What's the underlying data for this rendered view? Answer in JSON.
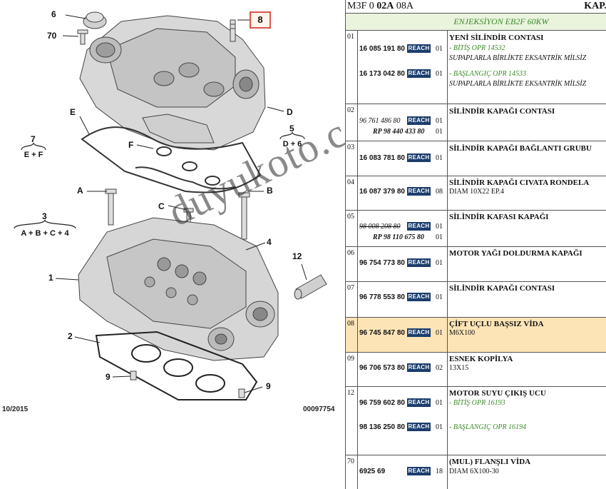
{
  "diagram": {
    "callouts": {
      "c6": "6",
      "c70": "70",
      "c8": "8",
      "cE": "E",
      "cF": "F",
      "cD": "D",
      "cA": "A",
      "cB": "B",
      "cC": "C",
      "c4": "4",
      "c12": "12",
      "c1": "1",
      "c2": "2",
      "c9a": "9",
      "c9b": "9"
    },
    "groups": {
      "g7_num": "7",
      "g7_lbl": "E + F",
      "g5_num": "5",
      "g5_lbl": "D + 6",
      "g3_num": "3",
      "g3_lbl": "A + B + C + 4"
    },
    "footer_date": "10/2015",
    "footer_ref": "00097754",
    "watermark": "duyukoto.com"
  },
  "header": {
    "code_prefix": "M3F 0 ",
    "code_bold": "02A",
    "code_suffix": " 08A",
    "kap": "KAP."
  },
  "engine_label": "ENJEKSİYON EB2F 60KW",
  "reach_label": "REACH",
  "rows": [
    {
      "num": "01",
      "title": "YENİ SİLİNDİR CONTASI",
      "p1": "16 085 191 80",
      "q1": "01",
      "d1": "- BİTİŞ OPR 14532",
      "d2": "SUPAPLARLA BİRLİKTE EKSANTRİK MİLSİZ",
      "p2": "16 173 042 80",
      "q2": "01",
      "d3": "- BAŞLANGIÇ OPR 14533",
      "d4": "SUPAPLARLA BİRLİKTE EKSANTRİK MİLSİZ"
    },
    {
      "num": "02",
      "title": "SİLİNDİR KAPAĞI CONTASI",
      "p1": "96 761 486 80",
      "q1": "01",
      "p2": "RP 98 440 433 80",
      "q2": "01"
    },
    {
      "num": "03",
      "title": "SİLİNDİR KAPAĞI BAĞLANTI GRUBU",
      "p1": "16 083 781 80",
      "q1": "01"
    },
    {
      "num": "04",
      "title": "SİLİNDİR KAPAĞI CIVATA RONDELA",
      "p1": "16 087 379 80",
      "q1": "08",
      "d1": "DIAM 10X22 EP.4"
    },
    {
      "num": "05",
      "title": "SİLİNDİR KAFASI KAPAĞI",
      "p1": "98 008 208 80",
      "q1": "01",
      "p2": "RP 98 110 675 80",
      "q2": "01"
    },
    {
      "num": "06",
      "title": "MOTOR YAĞI DOLDURMA KAPAĞI",
      "p1": "96 754 773 80",
      "q1": "01"
    },
    {
      "num": "07",
      "title": "SİLİNDİR KAPAĞI CONTASI",
      "p1": "96 778 553 80",
      "q1": "01"
    },
    {
      "num": "08",
      "title": "ÇİFT UÇLU BAŞSIZ VİDA",
      "p1": "96 745 847 80",
      "q1": "01",
      "d1": "M6X100"
    },
    {
      "num": "09",
      "title": "ESNEK KOPİLYA",
      "p1": "96 706 573 80",
      "q1": "02",
      "d1": "13X15"
    },
    {
      "num": "12",
      "title": "MOTOR SUYU ÇIKIŞ UCU",
      "p1": "96 759 602 80",
      "q1": "01",
      "d1": "- BİTİŞ OPR 16193",
      "p2": "98 136 250 80",
      "q2": "01",
      "d2": "- BAŞLANGIÇ OPR 16194"
    },
    {
      "num": "70",
      "title": "(MUL) FLANŞLI VİDA",
      "p1": "6925 69",
      "q1": "18",
      "d1": "DIAM 6X100-30"
    }
  ],
  "colors": {
    "highlight_row": "#fde4b6",
    "engine_band": "#eaf4dd",
    "green_text": "#3a8a28",
    "reach_badge": "#1b3d6d",
    "selected_callout_border": "#d9534f"
  }
}
